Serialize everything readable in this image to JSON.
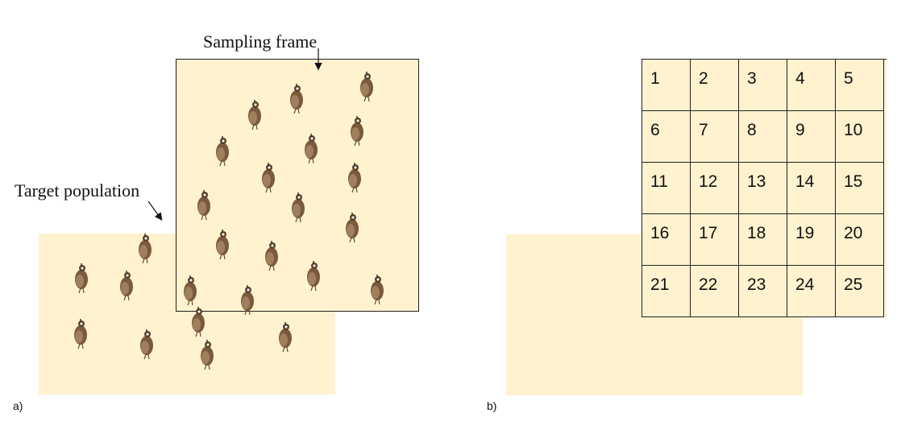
{
  "panel_a": {
    "tag": "a)",
    "sampling_frame_label": "Sampling frame",
    "target_population_label": "Target population",
    "fill_color": "#fff2cf",
    "bird_icon": "quail-icon"
  },
  "panel_b": {
    "tag": "b)",
    "grid_cells": [
      "1",
      "2",
      "3",
      "4",
      "5",
      "6",
      "7",
      "8",
      "9",
      "10",
      "11",
      "12",
      "13",
      "14",
      "15",
      "16",
      "17",
      "18",
      "19",
      "20",
      "21",
      "22",
      "23",
      "24",
      "25"
    ]
  }
}
